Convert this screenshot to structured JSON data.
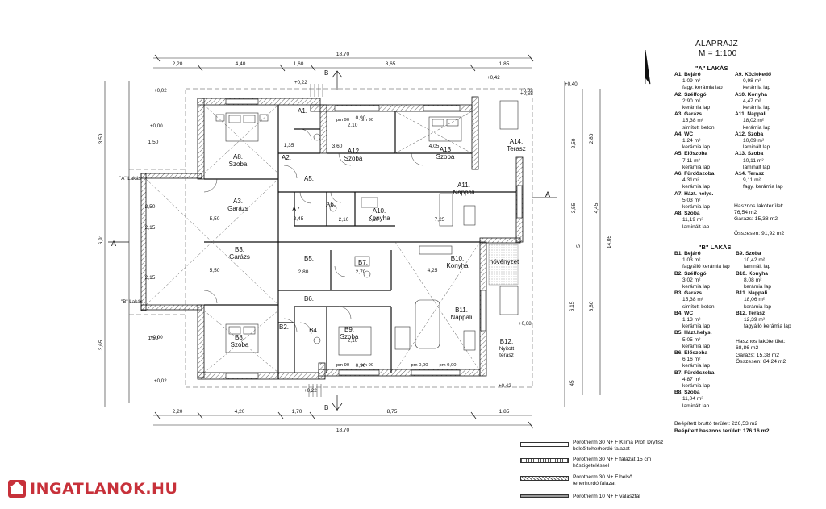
{
  "plan": {
    "title": "ALAPRAJZ",
    "scale": "M = 1:100",
    "dims_top": [
      "2,20",
      "4,40",
      "1,60",
      "8,65",
      "1,85"
    ],
    "dims_bottom": [
      "2,20",
      "4,20",
      "1,70",
      "8,75",
      "1,85"
    ],
    "total_width": "18,70",
    "dims_left": [
      "3,50",
      "6,91",
      "3,65"
    ],
    "dims_right": [
      "2,50",
      "2,80",
      "3,55",
      "4,45",
      "5",
      "14,05",
      "6,15",
      "6,80",
      "45"
    ],
    "levels": [
      "+0,02",
      "+0,00",
      "+0,22",
      "+0,42",
      "+0,40",
      "+0,68",
      "+0,02",
      "+0,00",
      "+0,22",
      "+0,42",
      "+0,68",
      "+0,02"
    ],
    "section_marks": [
      "B",
      "B",
      "A",
      "A"
    ],
    "unit_labels": [
      "\"A\" Lakás",
      "\"B\" Lakás"
    ],
    "rooms": [
      {
        "code": "A8.",
        "name": "Szoba"
      },
      {
        "code": "A2.",
        "name": ""
      },
      {
        "code": "A1.",
        "name": ""
      },
      {
        "code": "A12",
        "name": "Szoba"
      },
      {
        "code": "A13",
        "name": "Szoba"
      },
      {
        "code": "A14.",
        "name": "Terasz"
      },
      {
        "code": "A5.",
        "name": ""
      },
      {
        "code": "A3.",
        "name": "Garázs"
      },
      {
        "code": "A7.",
        "name": ""
      },
      {
        "code": "A6.",
        "name": ""
      },
      {
        "code": "A10.",
        "name": "Konyha"
      },
      {
        "code": "A11.",
        "name": "Nappali"
      },
      {
        "code": "B3.",
        "name": "Garázs"
      },
      {
        "code": "B5.",
        "name": ""
      },
      {
        "code": "B7.",
        "name": ""
      },
      {
        "code": "B10.",
        "name": "Konyha"
      },
      {
        "code": "B6.",
        "name": ""
      },
      {
        "code": "B11.",
        "name": "Nappali"
      },
      {
        "code": "B8.",
        "name": "Szoba"
      },
      {
        "code": "B2.",
        "name": ""
      },
      {
        "code": "B4",
        "name": ""
      },
      {
        "code": "B9.",
        "name": "Szoba"
      },
      {
        "code": "B12.",
        "name": "Nyitott terasz"
      },
      {
        "code": "növényzet",
        "name": ""
      }
    ],
    "inner_dims": [
      "5,50",
      "5,50",
      "2,45",
      "2,10",
      "2,10",
      "7,25",
      "2,80",
      "2,70",
      "4,25",
      "3,60",
      "4,05",
      "2,15",
      "2,15",
      "2,50",
      "2,10",
      "2,10",
      "1,35",
      "1,50",
      "1,50",
      "0,90",
      "0,90"
    ],
    "window_labels": [
      "pm 90",
      "pm 90",
      "pm 90",
      "pm 90",
      "pm 0,00",
      "pm 0,00"
    ]
  },
  "legend_a": {
    "header": "\"A\" LAKÁS",
    "col1": [
      {
        "code": "A1.",
        "name": "Bejáró",
        "area": "1,09 m²",
        "floor": "fagy. kerámia lap"
      },
      {
        "code": "A2.",
        "name": "Szélfogó",
        "area": "2,90 m²",
        "floor": "kerámia lap"
      },
      {
        "code": "A3.",
        "name": "Garázs",
        "area": "15,38 m²",
        "floor": "simított beton"
      },
      {
        "code": "A4.",
        "name": "WC",
        "area": "1,24 m²",
        "floor": "kerámia lap"
      },
      {
        "code": "A5.",
        "name": "Előszoba",
        "area": "7,11 m²",
        "floor": "kerámia lap"
      },
      {
        "code": "A6.",
        "name": "Fürdőszoba",
        "area": "4,31m²",
        "floor": "kerámia lap"
      },
      {
        "code": "A7.",
        "name": "Házt. helys.",
        "area": "5,03 m²",
        "floor": "kerámia lap"
      },
      {
        "code": "A8.",
        "name": "Szoba",
        "area": "11,19 m²",
        "floor": "laminált lap"
      }
    ],
    "col2": [
      {
        "code": "A9.",
        "name": "Közlekedő",
        "area": "0,98 m²",
        "floor": "kerámia lap"
      },
      {
        "code": "A10.",
        "name": "Konyha",
        "area": "4,47 m²",
        "floor": "kerámia lap"
      },
      {
        "code": "A11.",
        "name": "Nappali",
        "area": "18,02 m²",
        "floor": "kerámia lap"
      },
      {
        "code": "A12.",
        "name": "Szoba",
        "area": "10,09 m²",
        "floor": "laminált lap"
      },
      {
        "code": "A13.",
        "name": "Szoba",
        "area": "10,11 m²",
        "floor": "laminált lap"
      },
      {
        "code": "A14.",
        "name": "Terasz",
        "area": "9,11 m²",
        "floor": "fagy. kerámia lap"
      }
    ],
    "useful_label": "Hasznos lakóterület:",
    "useful_value": "76,54  m2",
    "garage": "Garázs: 15,38 m2",
    "total": "Összesen:  91,92 m2"
  },
  "legend_b": {
    "header": "\"B\" LAKÁS",
    "col1": [
      {
        "code": "B1.",
        "name": "Bejáró",
        "area": "1,03 m²",
        "floor": "fagyálló kerámia lap"
      },
      {
        "code": "B2.",
        "name": "Szélfogó",
        "area": "3,02 m²",
        "floor": "kerámia lap"
      },
      {
        "code": "B3.",
        "name": "Garázs",
        "area": "15,38 m²",
        "floor": "simított beton"
      },
      {
        "code": "B4.",
        "name": "WC",
        "area": "1,13 m²",
        "floor": "kerámia lap"
      },
      {
        "code": "B5.",
        "name": "Házt.helys.",
        "area": "5,05 m²",
        "floor": "kerámia lap"
      },
      {
        "code": "B6.",
        "name": "Előszoba",
        "area": "6,16 m²",
        "floor": "kerámia lap"
      },
      {
        "code": "B7.",
        "name": "Fürdőszoba",
        "area": "4,87 m²",
        "floor": "kerámia lap"
      },
      {
        "code": "B8.",
        "name": "Szoba",
        "area": "11,04 m²",
        "floor": "laminált lap"
      }
    ],
    "col2": [
      {
        "code": "B9.",
        "name": "Szoba",
        "area": "10,42 m²",
        "floor": "laminált lap"
      },
      {
        "code": "B10.",
        "name": "Konyha",
        "area": "8,08 m²",
        "floor": "kerámia lap"
      },
      {
        "code": "B11.",
        "name": "Nappali",
        "area": "18,06 m²",
        "floor": "kerámia lap"
      },
      {
        "code": "B12.",
        "name": "Terasz",
        "area": "12,39 m²",
        "floor": "fagyálló kerámia lap"
      }
    ],
    "useful_label": "Hasznos lakóterület:",
    "useful_value": "68,86  m2",
    "garage": "Garázs: 15,38 m2",
    "total": "Összesen:  84,24 m2"
  },
  "totals": {
    "gross": "Beépített bruttó terület: 226,53  m2",
    "net": "Beépített hasznos terület:  176,16 m2"
  },
  "wall_legend": [
    {
      "line1": "Porotherm 30 N+ F Klíma Profi Dryfisz",
      "line2": "belső teherhordó falazat"
    },
    {
      "line1": "Porotherm 30 N+ F falazat 15 cm",
      "line2": "hőszigeteléssel"
    },
    {
      "line1": "Porotherm 30 N+ F belső",
      "line2": "teherhordó falazat"
    },
    {
      "line1": "Porotherm 10 N+ F válaszfal",
      "line2": ""
    }
  ],
  "watermark": "INGATLANOK.HU",
  "colors": {
    "brand": "#c7313a",
    "ink": "#111111",
    "hatch": "#777777"
  }
}
